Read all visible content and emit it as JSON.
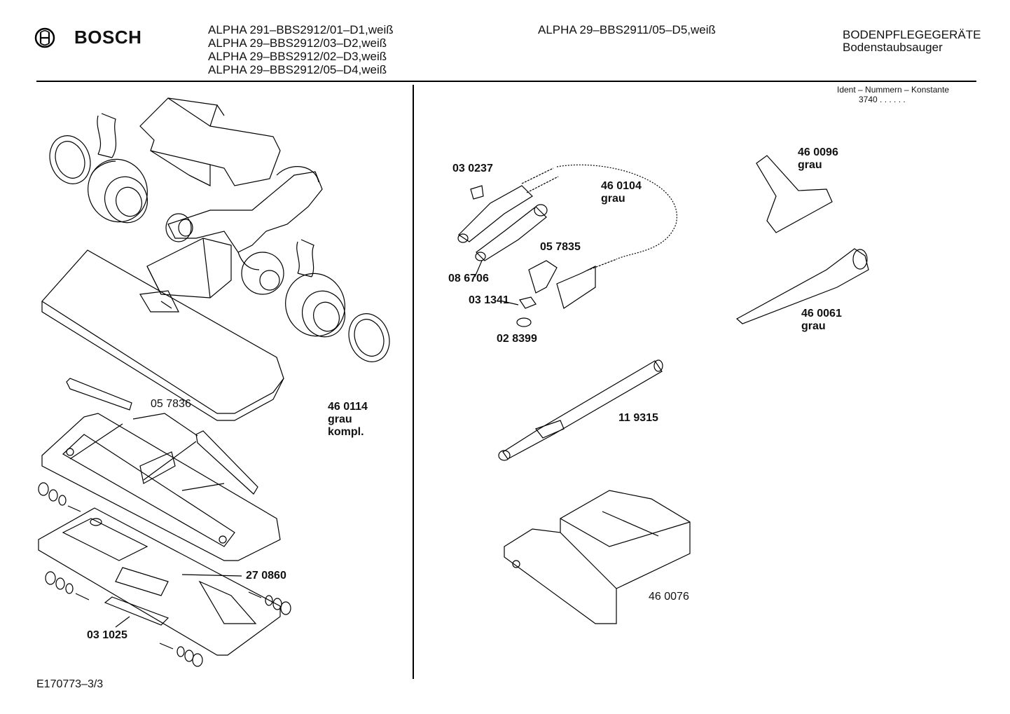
{
  "header": {
    "brand": "BOSCH",
    "models_left": [
      "ALPHA 291–BBS2912/01–D1,weiß",
      "ALPHA 29–BBS2912/03–D2,weiß",
      "ALPHA 29–BBS2912/02–D3,weiß",
      "ALPHA 29–BBS2912/05–D4,weiß"
    ],
    "model_right": "ALPHA 29–BBS2911/05–D5,weiß",
    "category": "BODENPFLEGEGERÄTE",
    "subcategory": "Bodenstaubsauger",
    "ident_label": "Ident – Nummern – Konstante",
    "ident_value": "3740  . .   . . . ."
  },
  "parts_left": {
    "p057836": "05 7836",
    "p460114_num": "46 0114",
    "p460114_color": "grau",
    "p460114_note": "kompl.",
    "p270860": "27 0860",
    "p031025": "03 1025"
  },
  "parts_right": {
    "p030237": "03 0237",
    "p460104_num": "46 0104",
    "p460104_color": "grau",
    "p057835": "05 7835",
    "p086706": "08 6706",
    "p031341": "03 1341",
    "p028399": "02 8399",
    "p460096_num": "46 0096",
    "p460096_color": "grau",
    "p460061_num": "46 0061",
    "p460061_color": "grau",
    "p119315": "11 9315",
    "p460076": "46 0076"
  },
  "footer": {
    "drawing_id": "E170773–3/3"
  }
}
